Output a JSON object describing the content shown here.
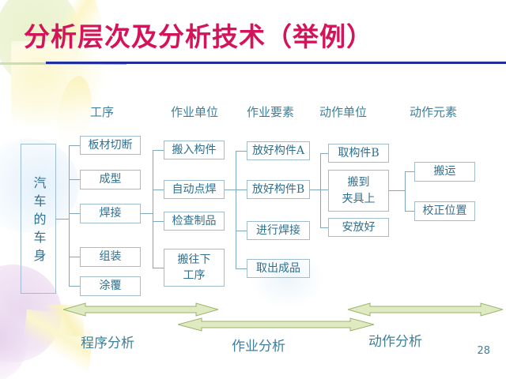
{
  "slide": {
    "title": "分析层次及分析技术（举例）",
    "page_number": "28",
    "title_color": "#d4145a",
    "rule_color": "#1f2f9e",
    "box_border_color": "#9fbcd0",
    "box_text_color": "#2f6f8f",
    "arrow_fill_color": "#dfeac0",
    "arrow_stroke_color": "#9ab36a"
  },
  "headers": [
    {
      "label": "工序"
    },
    {
      "label": "作业单位"
    },
    {
      "label": "作业要素"
    },
    {
      "label": "动作单位"
    },
    {
      "label": "动作元素"
    }
  ],
  "root": {
    "label": "汽车的车身"
  },
  "columns": {
    "process": [
      {
        "label": "板材切断"
      },
      {
        "label": "成型"
      },
      {
        "label": "焊接"
      },
      {
        "label": "组装"
      },
      {
        "label": "涂覆"
      }
    ],
    "operation_unit": [
      {
        "label": "搬入构件"
      },
      {
        "label": "自动点焊"
      },
      {
        "label": "检查制品"
      },
      {
        "label": "搬往下\n工序"
      }
    ],
    "operation_element": [
      {
        "label": "放好构件A"
      },
      {
        "label": "放好构件B"
      },
      {
        "label": "进行焊接"
      },
      {
        "label": "取出成品"
      }
    ],
    "motion_unit": [
      {
        "label": "取构件B"
      },
      {
        "label": "搬到\n夹具上"
      },
      {
        "label": "安放好"
      }
    ],
    "motion_element": [
      {
        "label": "搬运"
      },
      {
        "label": "校正位置"
      }
    ]
  },
  "analysis_arrows": [
    {
      "label": "程序分析"
    },
    {
      "label": "作业分析"
    },
    {
      "label": "动作分析"
    }
  ]
}
